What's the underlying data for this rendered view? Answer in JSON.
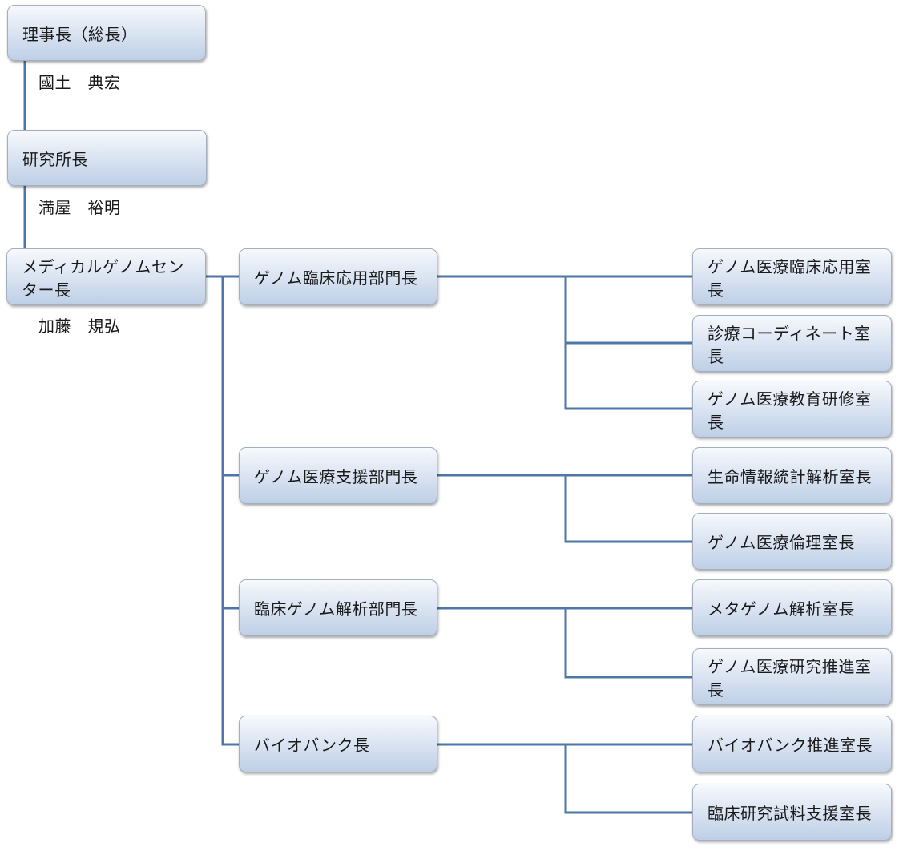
{
  "top_chain": [
    {
      "title": "理事長（総長）",
      "person": "國土　典宏"
    },
    {
      "title": "研究所長",
      "person": "満屋　裕明"
    },
    {
      "title": "メディカルゲノムセンター長",
      "person": "加藤　規弘"
    }
  ],
  "departments": [
    {
      "title": "ゲノム臨床応用部門長",
      "rooms": [
        "ゲノム医療臨床応用室長",
        "診療コーディネート室長",
        "ゲノム医療教育研修室長"
      ]
    },
    {
      "title": "ゲノム医療支援部門長",
      "rooms": [
        "生命情報統計解析室長",
        "ゲノム医療倫理室長"
      ]
    },
    {
      "title": "臨床ゲノム解析部門長",
      "rooms": [
        "メタゲノム解析室長",
        "ゲノム医療研究推進室長"
      ]
    },
    {
      "title": "バイオバンク長",
      "rooms": [
        "バイオバンク推進室長",
        "臨床研究試料支援室長"
      ]
    }
  ]
}
